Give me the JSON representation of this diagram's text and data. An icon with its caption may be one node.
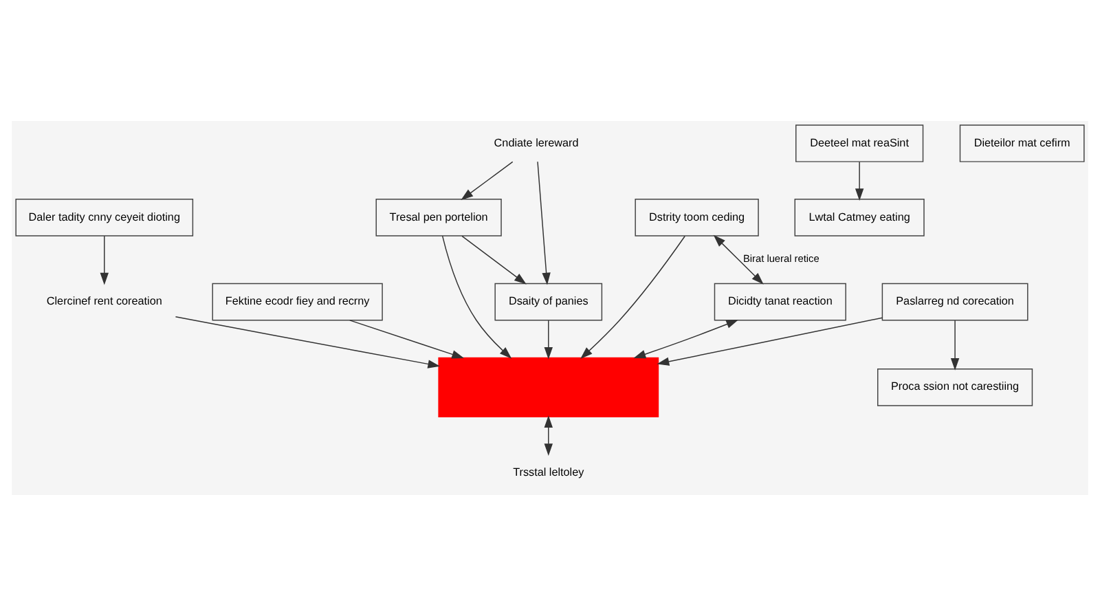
{
  "diagram": {
    "nodes": [
      {
        "text": [
          "Daler tadity cnny ceyeit dioting"
        ]
      },
      {
        "text": [
          "Fektine ecodr fiey and recrny"
        ]
      },
      {
        "text": [
          "Clercinef rent coreation"
        ]
      },
      {
        "text": [
          "Tresal pen portelion"
        ]
      },
      {
        "text": [
          "Cndiate lereward"
        ]
      },
      {
        "text": [],
        "shape": "box"
      },
      {
        "text": [
          "Dstrity toom ceding"
        ]
      },
      {
        "text": [
          "Dsaity of panies"
        ]
      },
      {
        "text": [
          "Deeteel mat reaSint"
        ]
      },
      {
        "text": [
          "Lwtal Catmey eating"
        ]
      },
      {
        "text": [
          "Dicidty tanat reaction"
        ]
      },
      {
        "text": [
          "Paslarreg nd corecation"
        ]
      },
      {
        "text": [
          "Trsstal leltoley"
        ]
      },
      {
        "text": [
          "Dieteilor mat cefirm"
        ]
      },
      {
        "text": [
          "Proca ssion not carestiing"
        ]
      }
    ],
    "edges": [
      {
        "from": 0,
        "to": 2,
        "arrow": "to"
      },
      {
        "from": 2,
        "to": 5,
        "arrow": "to"
      },
      {
        "from": 1,
        "to": 5,
        "arrow": "to"
      },
      {
        "from": 3,
        "to": 5,
        "arrow": "to"
      },
      {
        "from": 3,
        "to": 7,
        "arrow": "to"
      },
      {
        "from": 4,
        "to": 3,
        "arrow": "to"
      },
      {
        "from": 4,
        "to": 7,
        "arrow": "to"
      },
      {
        "from": 7,
        "to": 5,
        "arrow": "to"
      },
      {
        "from": 6,
        "to": 5,
        "arrow": "to"
      },
      {
        "from": 8,
        "to": 9,
        "arrow": "to"
      },
      {
        "from": 6,
        "to": 10,
        "arrow": "both",
        "label": "Birat lueral retice"
      },
      {
        "from": 10,
        "to": 5,
        "arrow": "both"
      },
      {
        "from": 11,
        "to": 5,
        "arrow": "to"
      },
      {
        "from": 5,
        "to": 12,
        "arrow": "both"
      },
      {
        "from": 11,
        "to": 14,
        "arrow": "to"
      }
    ]
  }
}
